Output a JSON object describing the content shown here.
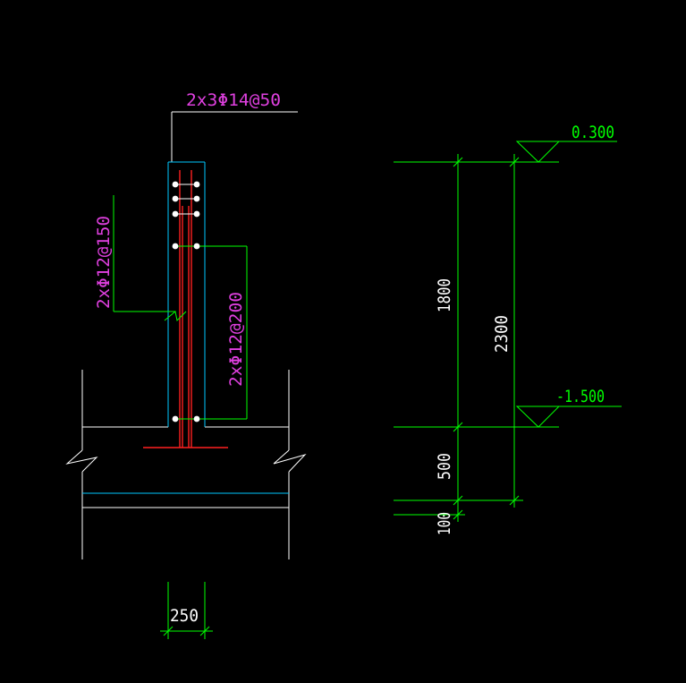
{
  "colors": {
    "background": "#000000",
    "outline": "#ffffff",
    "concrete": "#00c8ff",
    "rebar": "#ff2020",
    "dimension": "#00ff00",
    "rebar_text": "#e040e0",
    "level_text": "#00ff00"
  },
  "annotations": {
    "top_bar": "2x3Φ14@50",
    "left_stirrup": "2xΦ12@150",
    "right_stirrup": "2xΦ12@200"
  },
  "levels": {
    "top": "0.300",
    "bottom": "-1.500"
  },
  "dimensions": {
    "upper": "1800",
    "total": "2300",
    "lower": "500",
    "cushion": "100",
    "width": "250"
  }
}
